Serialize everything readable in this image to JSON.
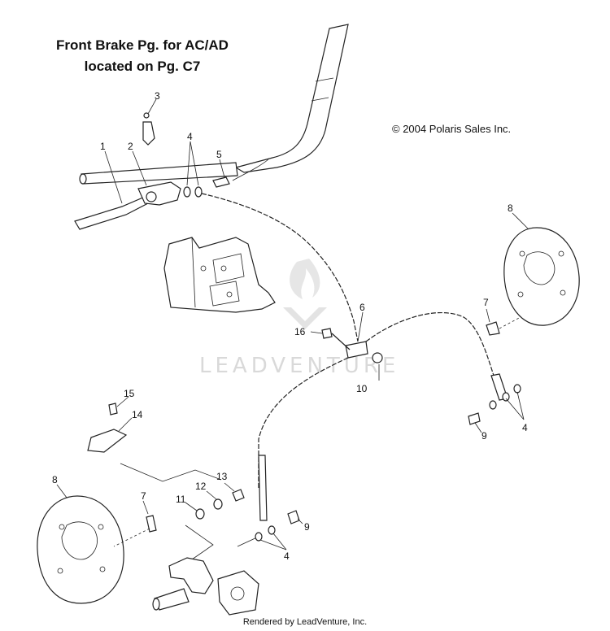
{
  "header": {
    "title_line1": "Front Brake Pg. for AC/AD",
    "title_line2": "located on Pg. C7"
  },
  "copyright": "© 2004 Polaris Sales Inc.",
  "footer": "Rendered by LeadVenture, Inc.",
  "watermark": "LEADVENTURE",
  "callouts": {
    "c1": "1",
    "c2": "2",
    "c3": "3",
    "c4a": "4",
    "c4b": "4",
    "c4c": "4",
    "c5": "5",
    "c6": "6",
    "c7a": "7",
    "c7b": "7",
    "c8a": "8",
    "c8b": "8",
    "c9a": "9",
    "c9b": "9",
    "c10": "10",
    "c11": "11",
    "c12": "12",
    "c13": "13",
    "c14": "14",
    "c15": "15",
    "c16": "16"
  }
}
